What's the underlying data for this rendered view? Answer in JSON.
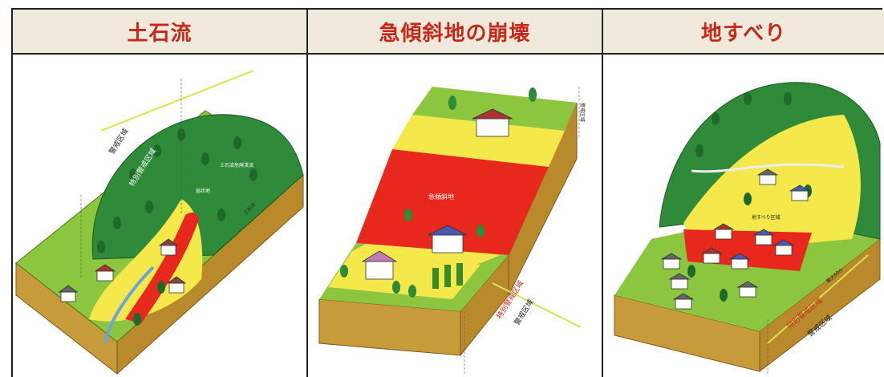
{
  "panels": [
    {
      "title": "土石流",
      "labels": {
        "caution_zone": "警戒区域",
        "special_zone": "特別警戒区域",
        "hazard_stream": "土石流危険渓流",
        "fan": "扇状地",
        "slope": "土石流"
      }
    },
    {
      "title": "急傾斜地の崩壊",
      "labels": {
        "collapse": "急傾斜地",
        "upper_zone": "警戒区域",
        "special_zone": "特別警戒区域",
        "caution_zone": "警戒区域"
      }
    },
    {
      "title": "地すべり",
      "labels": {
        "slide_area": "地すべり区域",
        "special_zone": "特別警戒区域",
        "caution_zone": "警戒区域",
        "range": "最大60m"
      }
    }
  ],
  "colors": {
    "header_bg": "#efeadc",
    "title": "#c8281a",
    "red_zone": "#e8281c",
    "yellow_zone": "#f4e84a",
    "green_field": "#8cc63e",
    "forest": "#2f8a3a",
    "soil": "#c79a3a"
  }
}
